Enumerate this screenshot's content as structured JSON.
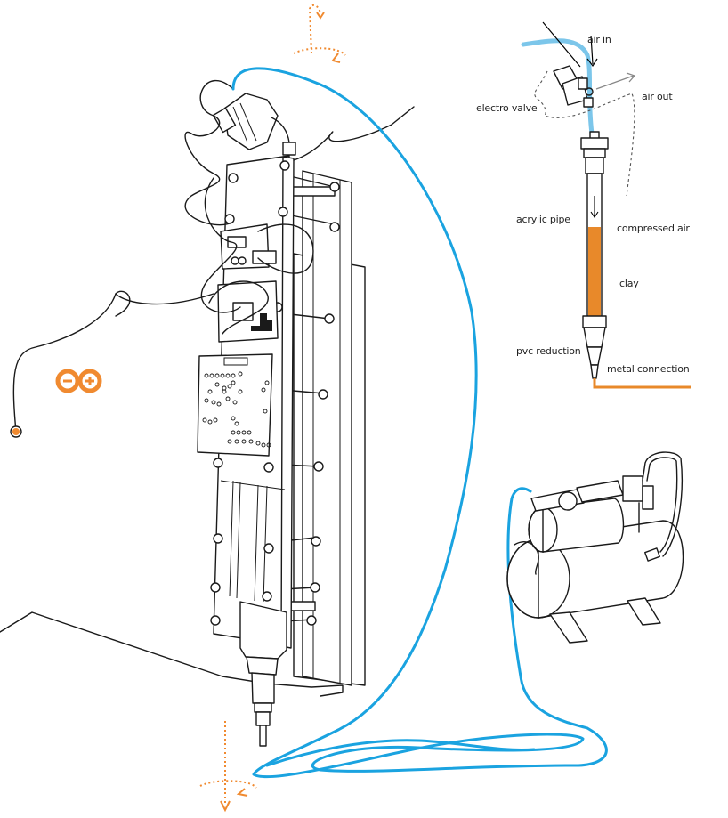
{
  "diagram": {
    "title": "clay extruder printer setup",
    "labels": {
      "air_in": "air in",
      "air_out": "air out",
      "electro_valve": "electro valve",
      "acrylic_pipe": "acrylic pipe",
      "compressed_air": "compressed air",
      "clay": "clay",
      "pvc_reduction": "pvc reduction",
      "metal_connection": "metal connection"
    },
    "icons": {
      "arduino_logo": "arduino-logo-icon",
      "rotation_top": "rotation-axis-icon",
      "rotation_bottom": "rotation-axis-icon"
    },
    "colors": {
      "tube": "#1aa3e0",
      "tube_light": "#7cc6ea",
      "accent_orange": "#f08a30",
      "clay": "#e8892a",
      "ink": "#1a1a1a"
    }
  }
}
